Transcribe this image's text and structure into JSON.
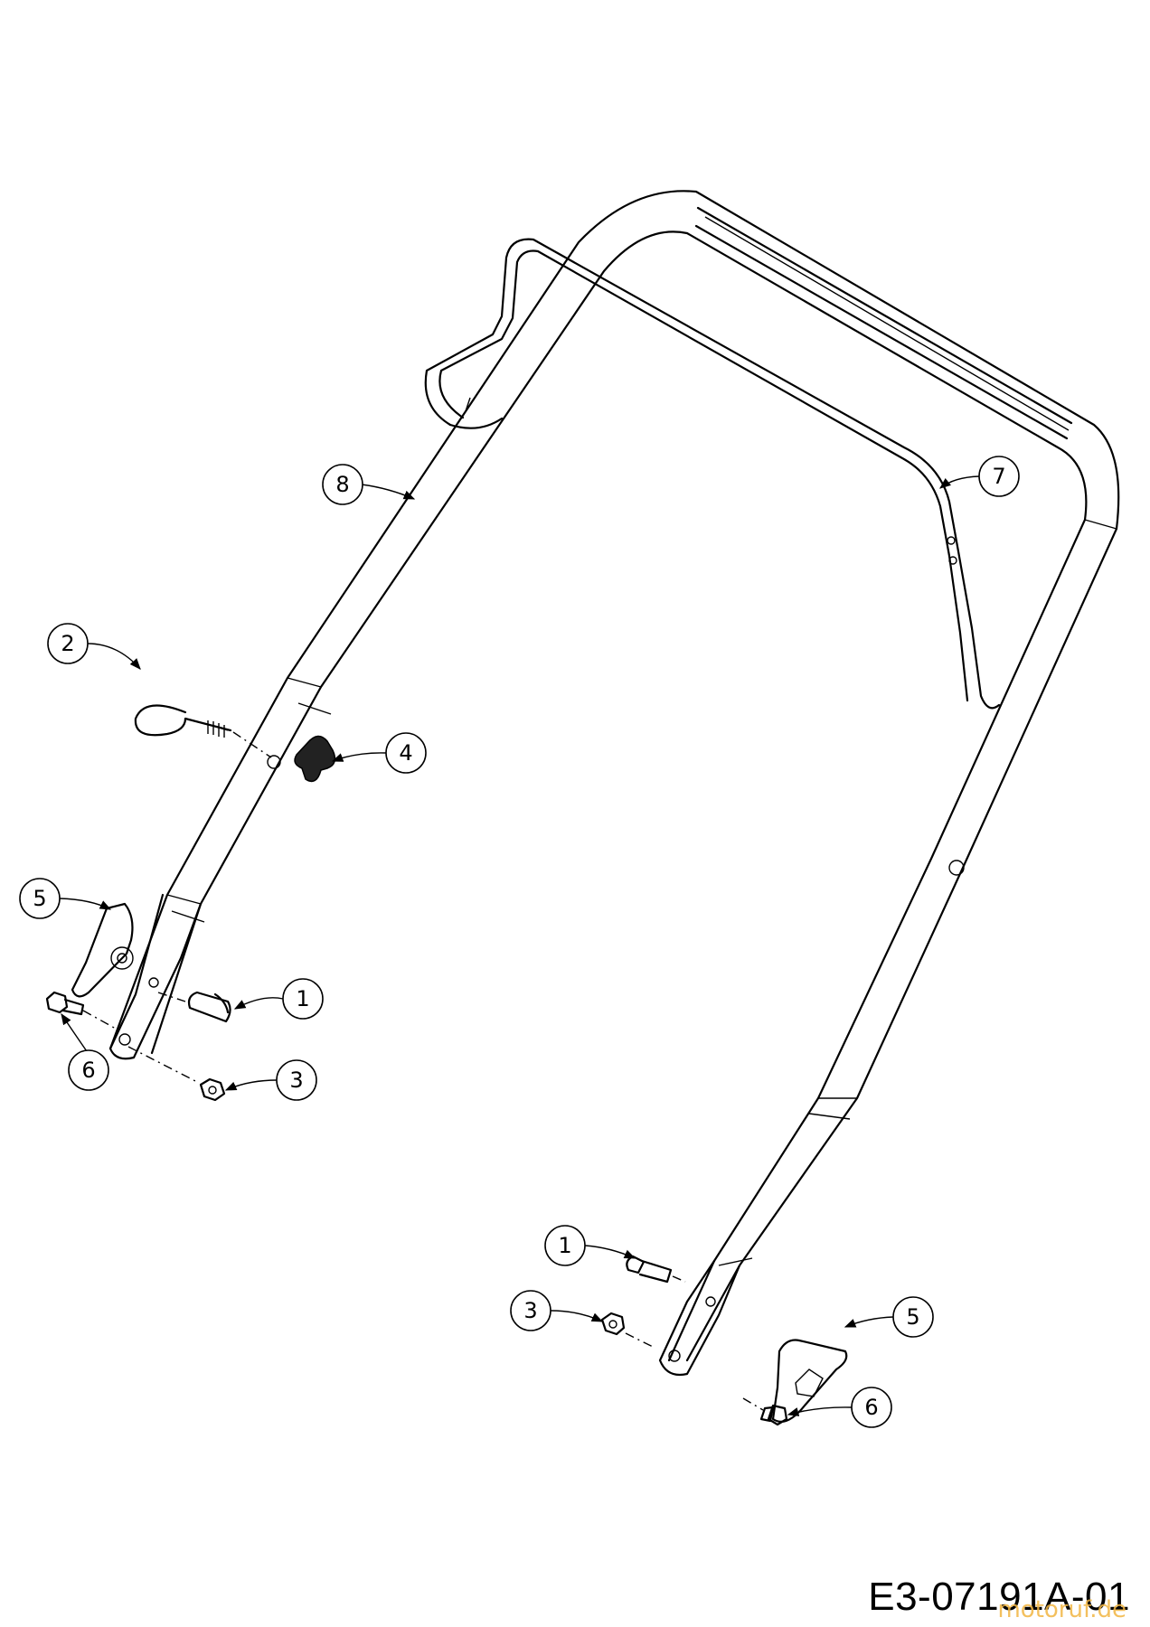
{
  "drawing_number": "E3-07191A-01",
  "watermark": "motoruf.de",
  "callouts": [
    "1",
    "1",
    "2",
    "3",
    "3",
    "4",
    "5",
    "5",
    "6",
    "6",
    "7",
    "8"
  ],
  "colors": {
    "line": "#000000",
    "background": "#ffffff",
    "watermark": "#f2b642"
  }
}
